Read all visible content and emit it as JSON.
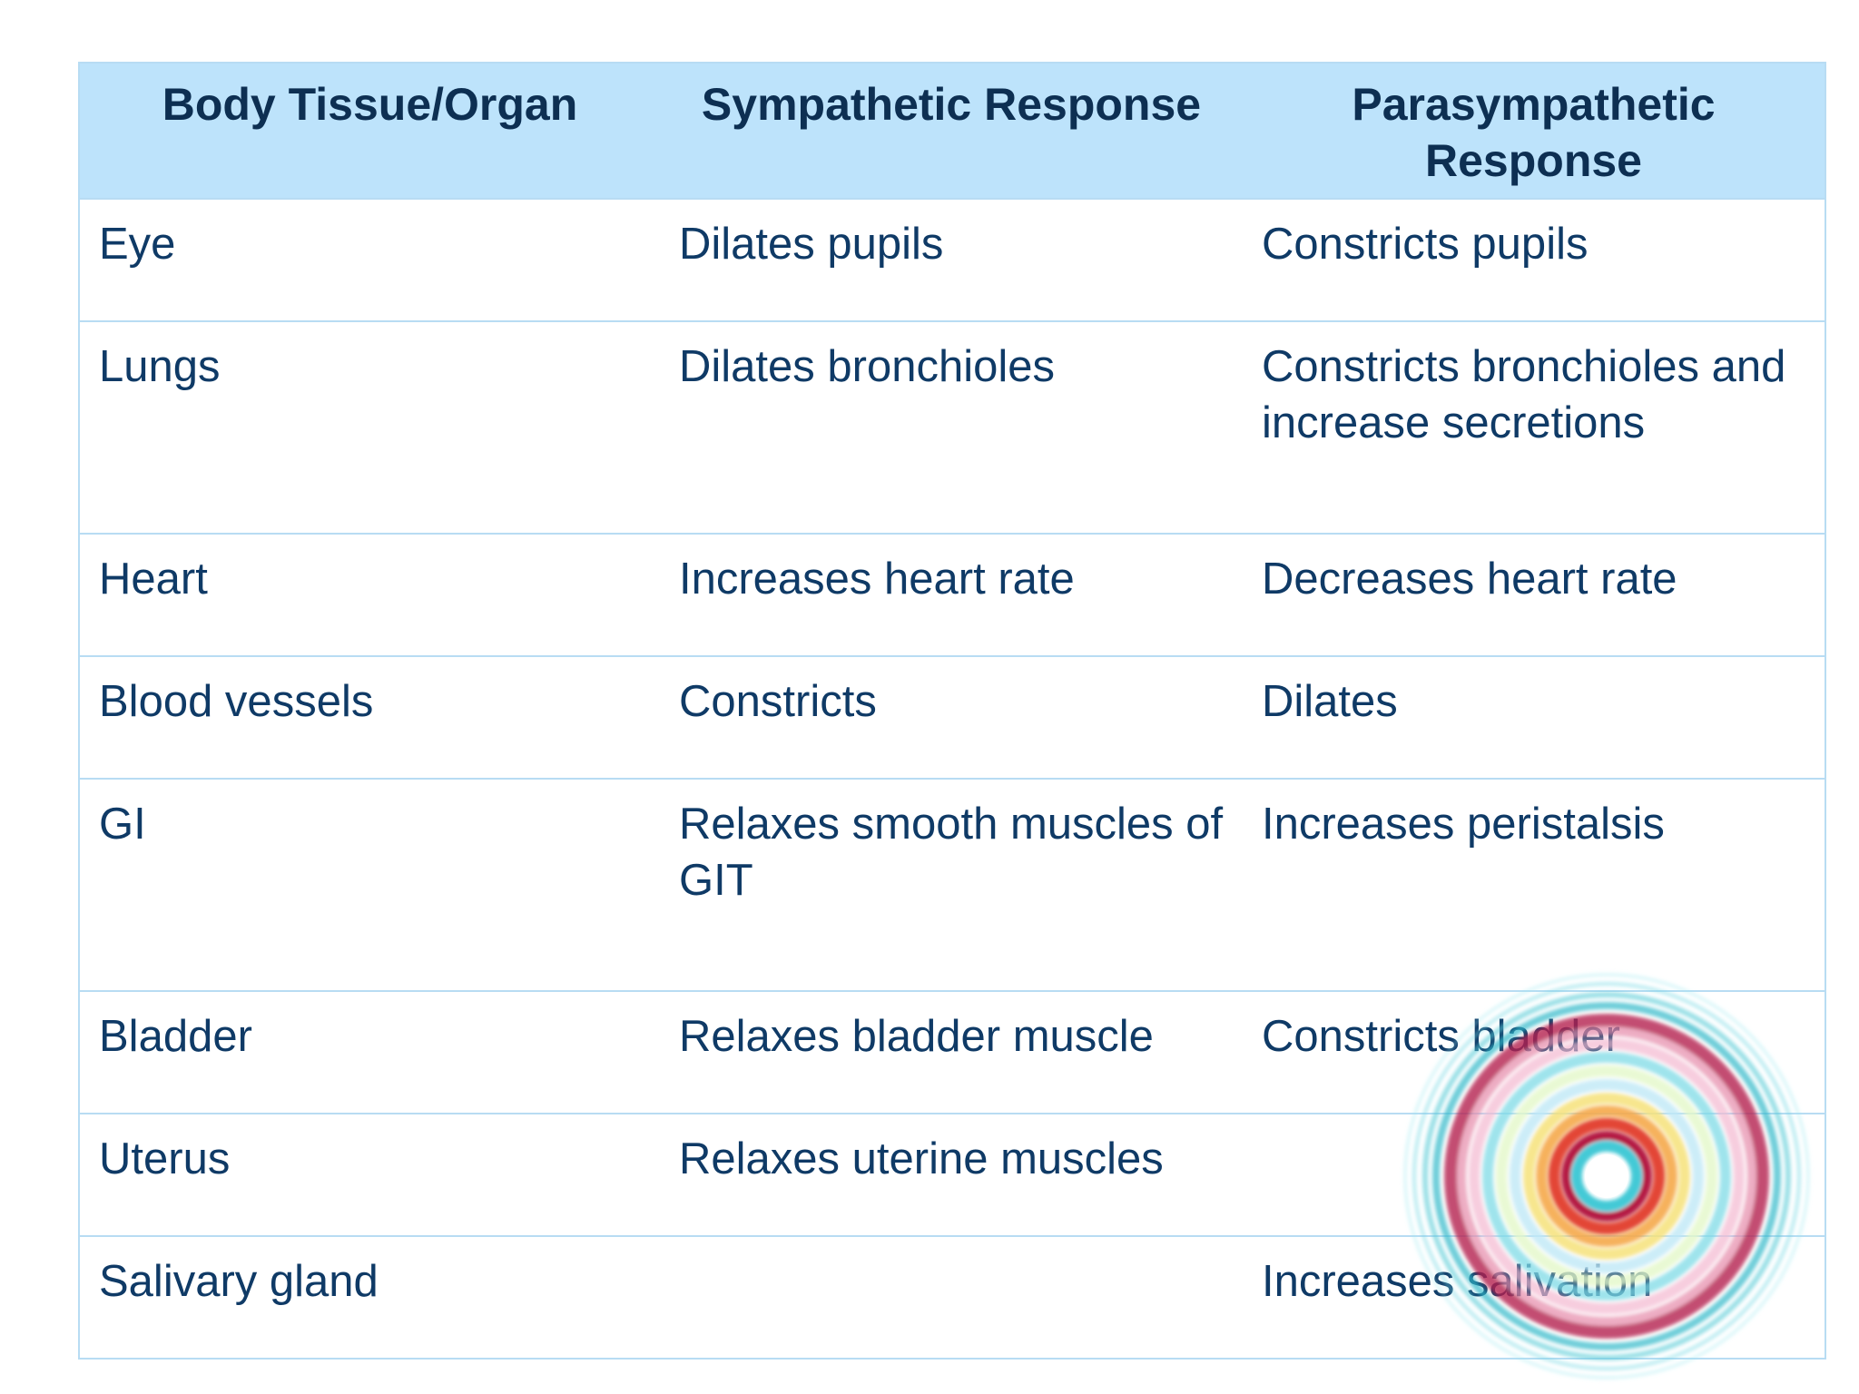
{
  "table": {
    "headers": [
      "Body Tissue/Organ",
      "Sympathetic Response",
      "Parasympathetic Response"
    ],
    "rows": [
      {
        "organ": "Eye",
        "sympathetic": "Dilates pupils",
        "parasympathetic": "Constricts pupils"
      },
      {
        "organ": "Lungs",
        "sympathetic": "Dilates bronchioles",
        "parasympathetic": "Constricts bronchioles and increase secretions"
      },
      {
        "organ": "Heart",
        "sympathetic": "Increases heart rate",
        "parasympathetic": "Decreases heart rate"
      },
      {
        "organ": "Blood vessels",
        "sympathetic": "Constricts",
        "parasympathetic": "Dilates"
      },
      {
        "organ": "GI",
        "sympathetic": "Relaxes smooth muscles of GIT",
        "parasympathetic": "Increases peristalsis"
      },
      {
        "organ": "Bladder",
        "sympathetic": "Relaxes bladder muscle",
        "parasympathetic": "Constricts bladder"
      },
      {
        "organ": "Uterus",
        "sympathetic": "Relaxes uterine muscles",
        "parasympathetic": ""
      },
      {
        "organ": "Salivary gland",
        "sympathetic": "",
        "parasympathetic": "Increases salivation"
      }
    ]
  },
  "colors": {
    "header_bg": "#bde3fb",
    "header_text": "#0d2f52",
    "body_text": "#0f3a66",
    "grid_line": "#b8dcf3"
  },
  "watermark": {
    "icon": "concentric-rings-logo-icon"
  }
}
